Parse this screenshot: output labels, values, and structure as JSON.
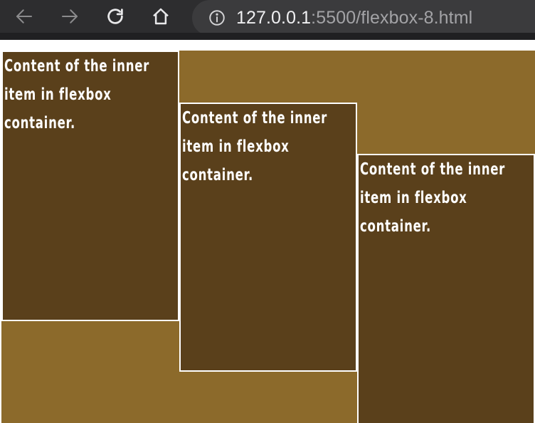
{
  "browser": {
    "url_host": "127.0.0.1",
    "url_path": ":5500/flexbox-8.html",
    "icons": {
      "back": "arrow-left-icon",
      "forward": "arrow-right-icon",
      "reload": "reload-icon",
      "home": "home-icon",
      "site_info": "info-icon"
    },
    "colors": {
      "toolbar": "#2d2d2f",
      "address_bar": "#3b3b3d"
    }
  },
  "page": {
    "colors": {
      "container_background": "#8c6a2b",
      "item_background": "#5a401b",
      "item_border": "#ffffff",
      "item_text": "#ffffff"
    },
    "items": [
      {
        "text": "Content of the inner item in flexbox container."
      },
      {
        "text": "Content of the inner item in flexbox container."
      },
      {
        "text": "Content of the inner item in flexbox container."
      }
    ]
  }
}
